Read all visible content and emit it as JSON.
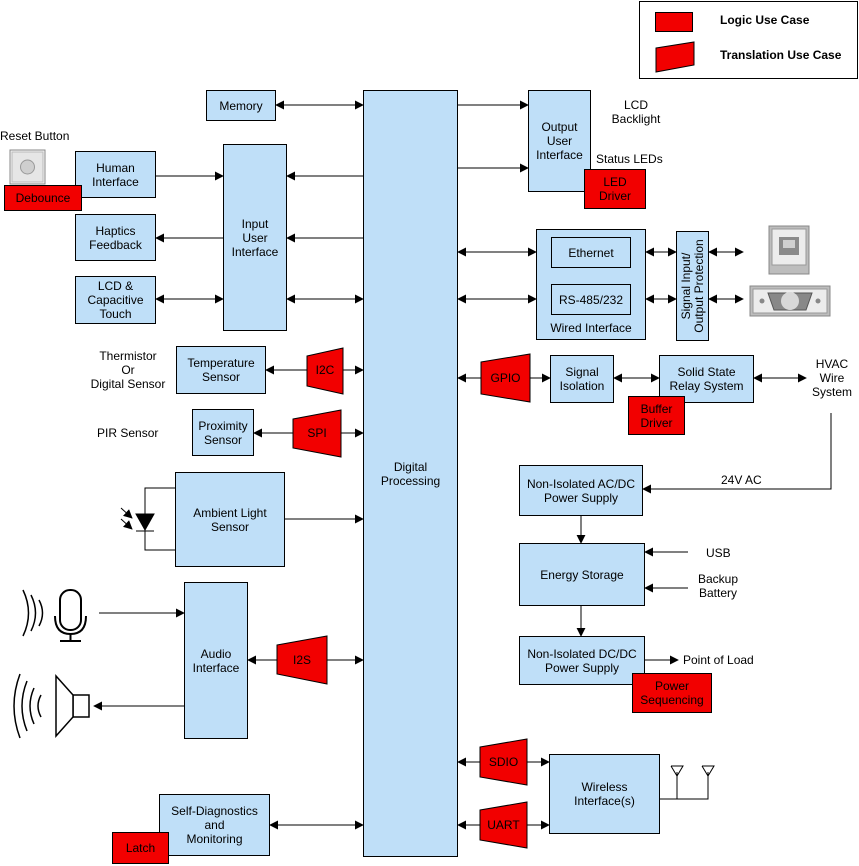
{
  "legend": {
    "logic_label": "Logic Use Case",
    "translation_label": "Translation Use Case",
    "logic_color": "#f20000",
    "translation_color": "#f20000"
  },
  "colors": {
    "block_fill": "#bfdff8",
    "logic_fill": "#f20000",
    "line": "#000000"
  },
  "blocks": {
    "memory": "Memory",
    "human_interface": "Human\nInterface",
    "haptics_feedback": "Haptics\nFeedback",
    "lcd_touch": "LCD &\nCapacitive\nTouch",
    "input_user_interface": "Input\nUser\nInterface",
    "temperature_sensor": "Temperature\nSensor",
    "proximity_sensor": "Proximity\nSensor",
    "ambient_light_sensor": "Ambient Light\nSensor",
    "audio_interface": "Audio\nInterface",
    "self_diagnostics": "Self-Diagnostics\nand\nMonitoring",
    "digital_processing": "Digital\nProcessing",
    "output_user_interface": "Output\nUser\nInterface",
    "wired_interface": "Wired Interface",
    "ethernet": "Ethernet",
    "rs485": "RS-485/232",
    "signal_io_protection": "Signal Input/\nOutput Protection",
    "signal_isolation": "Signal\nIsolation",
    "solid_state_relay": "Solid State\nRelay System",
    "ac_dc_supply": "Non-Isolated AC/DC\nPower Supply",
    "energy_storage": "Energy Storage",
    "dc_dc_supply": "Non-Isolated DC/DC\nPower Supply",
    "wireless_interface": "Wireless\nInterface(s)"
  },
  "logic_blocks": {
    "debounce": "Debounce",
    "led_driver": "LED\nDriver",
    "buffer_driver": "Buffer\nDriver",
    "power_sequencing": "Power\nSequencing",
    "latch": "Latch"
  },
  "translators": {
    "i2c": "I2C",
    "spi": "SPI",
    "i2s": "I2S",
    "gpio": "GPIO",
    "sdio": "SDIO",
    "uart": "UART"
  },
  "labels": {
    "reset_button": "Reset Button",
    "thermistor": "Thermistor\nOr\nDigital Sensor",
    "pir_sensor": "PIR Sensor",
    "lcd_backlight": "LCD\nBacklight",
    "status_leds": "Status LEDs",
    "hvac_wire_system": "HVAC\nWire\nSystem",
    "ac_24v": "24V AC",
    "usb": "USB",
    "backup_battery": "Backup\nBattery",
    "point_of_load": "Point of Load"
  }
}
